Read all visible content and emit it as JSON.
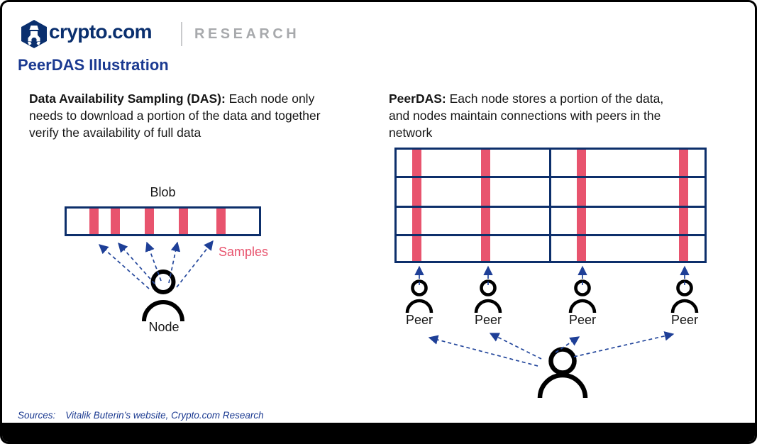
{
  "colors": {
    "brand_navy": "#0a2f6e",
    "title_blue": "#1b3a91",
    "research_gray": "#a7a9ac",
    "sample_red": "#e8546e",
    "arrow_blue": "#24479c",
    "line_navy": "#0d2f6b",
    "text_black": "#161616",
    "sources_blue": "#1b3a91"
  },
  "header": {
    "brand": "crypto.com",
    "brand_suffix": "RESEARCH"
  },
  "title": "PeerDAS Illustration",
  "panels": {
    "left": {
      "lead": "Data Availability Sampling (DAS):",
      "body": " Each node only needs to download a portion of the data and together verify the availability of full data",
      "diagram": {
        "blob_label": "Blob",
        "samples_label": "Samples",
        "node_label": "Node",
        "sample_count": 5
      }
    },
    "right": {
      "lead": "PeerDAS:",
      "body": " Each node stores a portion of the data, and nodes maintain connections with peers in the network",
      "diagram": {
        "rows": 4,
        "column_blocks": 2,
        "sampled_columns": 4,
        "peer_labels": [
          "Peer",
          "Peer",
          "Peer",
          "Peer"
        ]
      }
    }
  },
  "footer": {
    "sources_label": "Sources:",
    "sources_text": "Vitalik Buterin’s website, Crypto.com Research"
  }
}
